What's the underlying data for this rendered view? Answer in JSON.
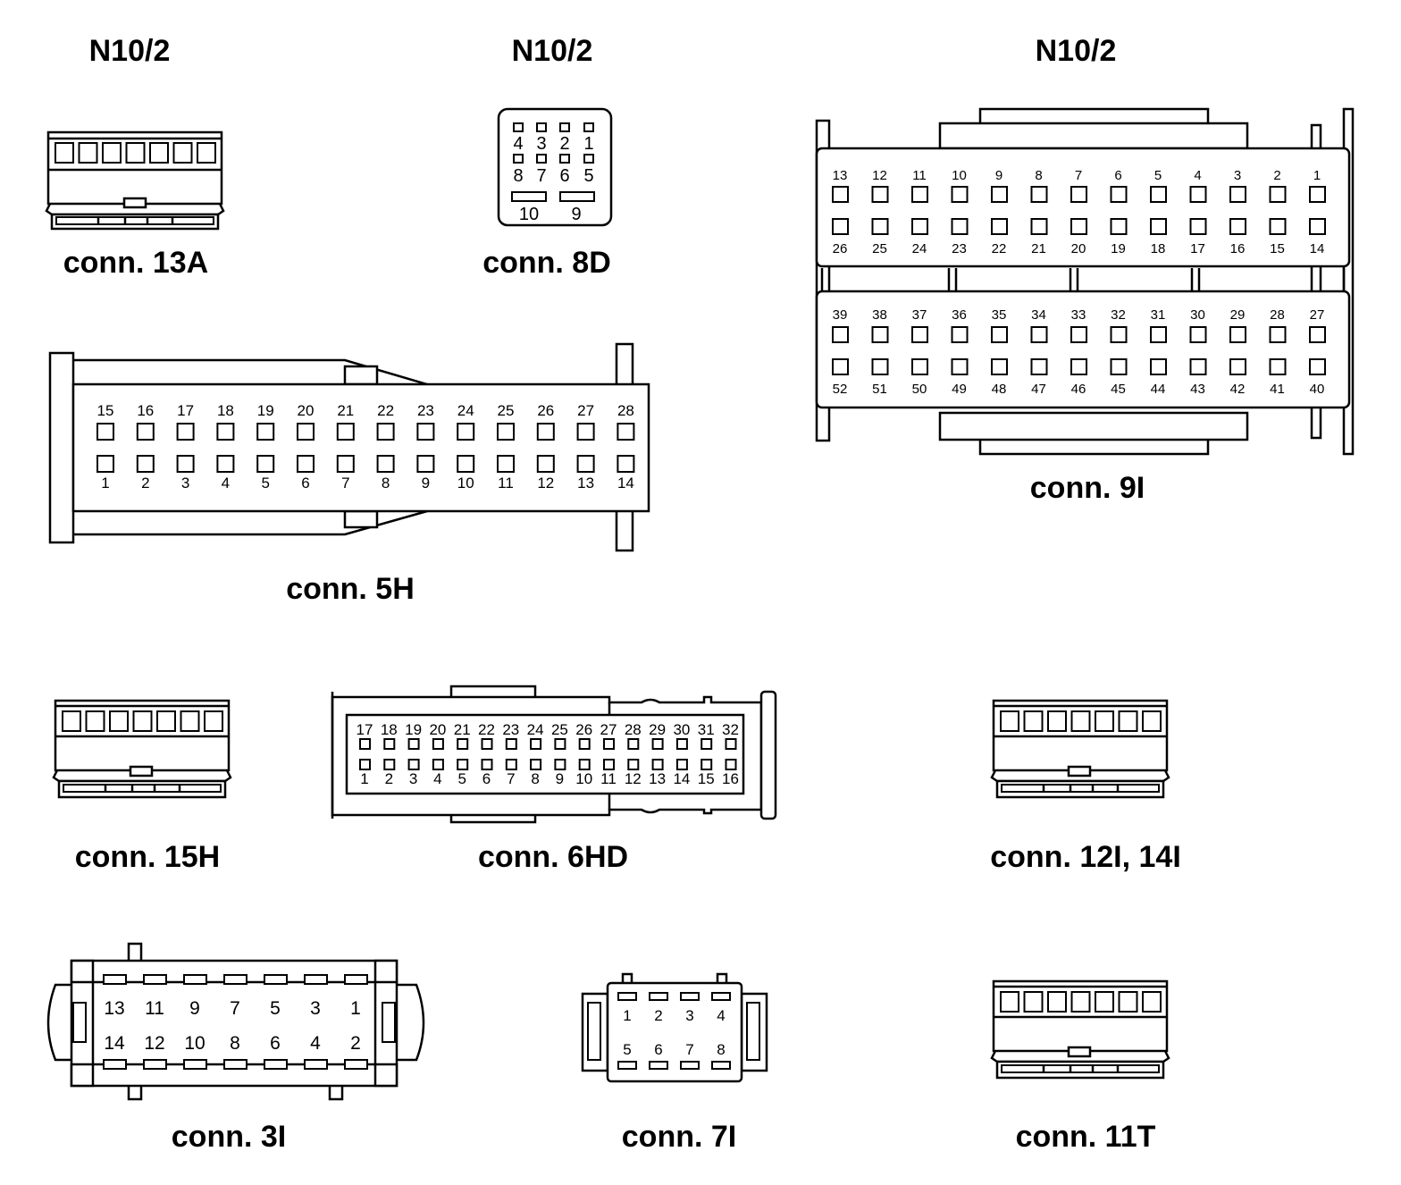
{
  "headers": [
    "N10/2",
    "N10/2",
    "N10/2"
  ],
  "connectors": {
    "c13a": {
      "caption": "conn. 13A",
      "cavities": 7
    },
    "c8d": {
      "caption": "conn. 8D",
      "pins_top": [
        "4",
        "3",
        "2",
        "1"
      ],
      "pins_mid": [
        "8",
        "7",
        "6",
        "5"
      ],
      "pins_bottom": [
        "10",
        "9"
      ]
    },
    "c9i": {
      "caption": "conn. 9I",
      "row1": [
        "13",
        "12",
        "11",
        "10",
        "9",
        "8",
        "7",
        "6",
        "5",
        "4",
        "3",
        "2",
        "1"
      ],
      "row2": [
        "26",
        "25",
        "24",
        "23",
        "22",
        "21",
        "20",
        "19",
        "18",
        "17",
        "16",
        "15",
        "14"
      ],
      "row3": [
        "39",
        "38",
        "37",
        "36",
        "35",
        "34",
        "33",
        "32",
        "31",
        "30",
        "29",
        "28",
        "27"
      ],
      "row4": [
        "52",
        "51",
        "50",
        "49",
        "48",
        "47",
        "46",
        "45",
        "44",
        "43",
        "42",
        "41",
        "40"
      ]
    },
    "c5h": {
      "caption": "conn. 5H",
      "top": [
        "15",
        "16",
        "17",
        "18",
        "19",
        "20",
        "21",
        "22",
        "23",
        "24",
        "25",
        "26",
        "27",
        "28"
      ],
      "bottom": [
        "1",
        "2",
        "3",
        "4",
        "5",
        "6",
        "7",
        "8",
        "9",
        "10",
        "11",
        "12",
        "13",
        "14"
      ]
    },
    "c15h": {
      "caption": "conn. 15H",
      "cavities": 7
    },
    "c6hd": {
      "caption": "conn. 6HD",
      "top": [
        "17",
        "18",
        "19",
        "20",
        "21",
        "22",
        "23",
        "24",
        "25",
        "26",
        "27",
        "28",
        "29",
        "30",
        "31",
        "32"
      ],
      "bottom": [
        "1",
        "2",
        "3",
        "4",
        "5",
        "6",
        "7",
        "8",
        "9",
        "10",
        "11",
        "12",
        "13",
        "14",
        "15",
        "16"
      ]
    },
    "c12i": {
      "caption": "conn. 12I, 14I",
      "cavities": 7
    },
    "c3i": {
      "caption": "conn. 3I",
      "top": [
        "13",
        "11",
        "9",
        "7",
        "5",
        "3",
        "1"
      ],
      "bottom": [
        "14",
        "12",
        "10",
        "8",
        "6",
        "4",
        "2"
      ]
    },
    "c7i": {
      "caption": "conn. 7I",
      "top": [
        "1",
        "2",
        "3",
        "4"
      ],
      "bottom": [
        "5",
        "6",
        "7",
        "8"
      ]
    },
    "c11t": {
      "caption": "conn. 11T",
      "cavities": 7
    }
  }
}
